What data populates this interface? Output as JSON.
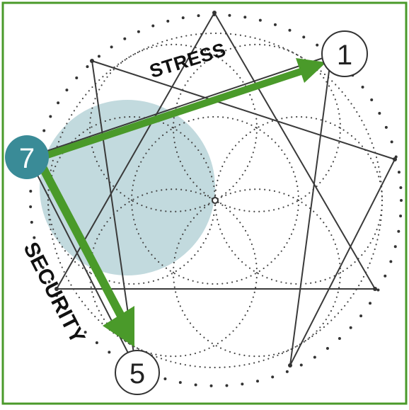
{
  "diagram": {
    "labels": {
      "stress": "STRESS",
      "security": "SECURITY"
    },
    "points": {
      "one": "1",
      "five": "5",
      "seven": "7"
    },
    "colors": {
      "frame": "#4a9a2a",
      "arrow": "#4a9a2a",
      "highlight_fill": "#b7d4d8",
      "point_seven_fill": "#3a8b97",
      "line": "#3a3a3a",
      "dots": "#333333",
      "label_text": "#111111"
    }
  }
}
